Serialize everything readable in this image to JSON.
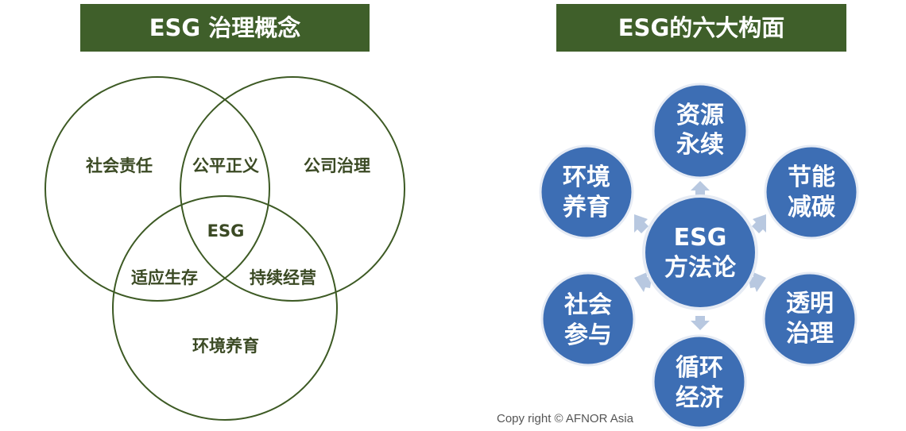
{
  "left_panel": {
    "title": "ESG 治理概念",
    "venn": {
      "social_responsibility": "社会责任",
      "fairness_justice": "公平正义",
      "corporate_governance": "公司治理",
      "center": "ESG",
      "adaptation_survival": "适应生存",
      "sustainable_operation": "持续经营",
      "environmental_nurture": "环境养育"
    },
    "colors": {
      "banner": "#3f5f2a",
      "circle_stroke": "#3d5a24",
      "label": "#3b4a24"
    }
  },
  "right_panel": {
    "title": "ESG的六大构面",
    "center": {
      "line1": "ESG",
      "line2": "方法论"
    },
    "nodes": [
      {
        "id": "top",
        "line1": "资源",
        "line2": "永续"
      },
      {
        "id": "top-right",
        "line1": "节能",
        "line2": "减碳"
      },
      {
        "id": "bottom-right",
        "line1": "透明",
        "line2": "治理"
      },
      {
        "id": "bottom",
        "line1": "循环",
        "line2": "经济"
      },
      {
        "id": "bottom-left",
        "line1": "社会",
        "line2": "参与"
      },
      {
        "id": "top-left",
        "line1": "环境",
        "line2": "养育"
      }
    ],
    "copyright": "Copy right © AFNOR Asia",
    "colors": {
      "node": "#3d6eb4",
      "arrow": "#b8c8e0"
    }
  }
}
